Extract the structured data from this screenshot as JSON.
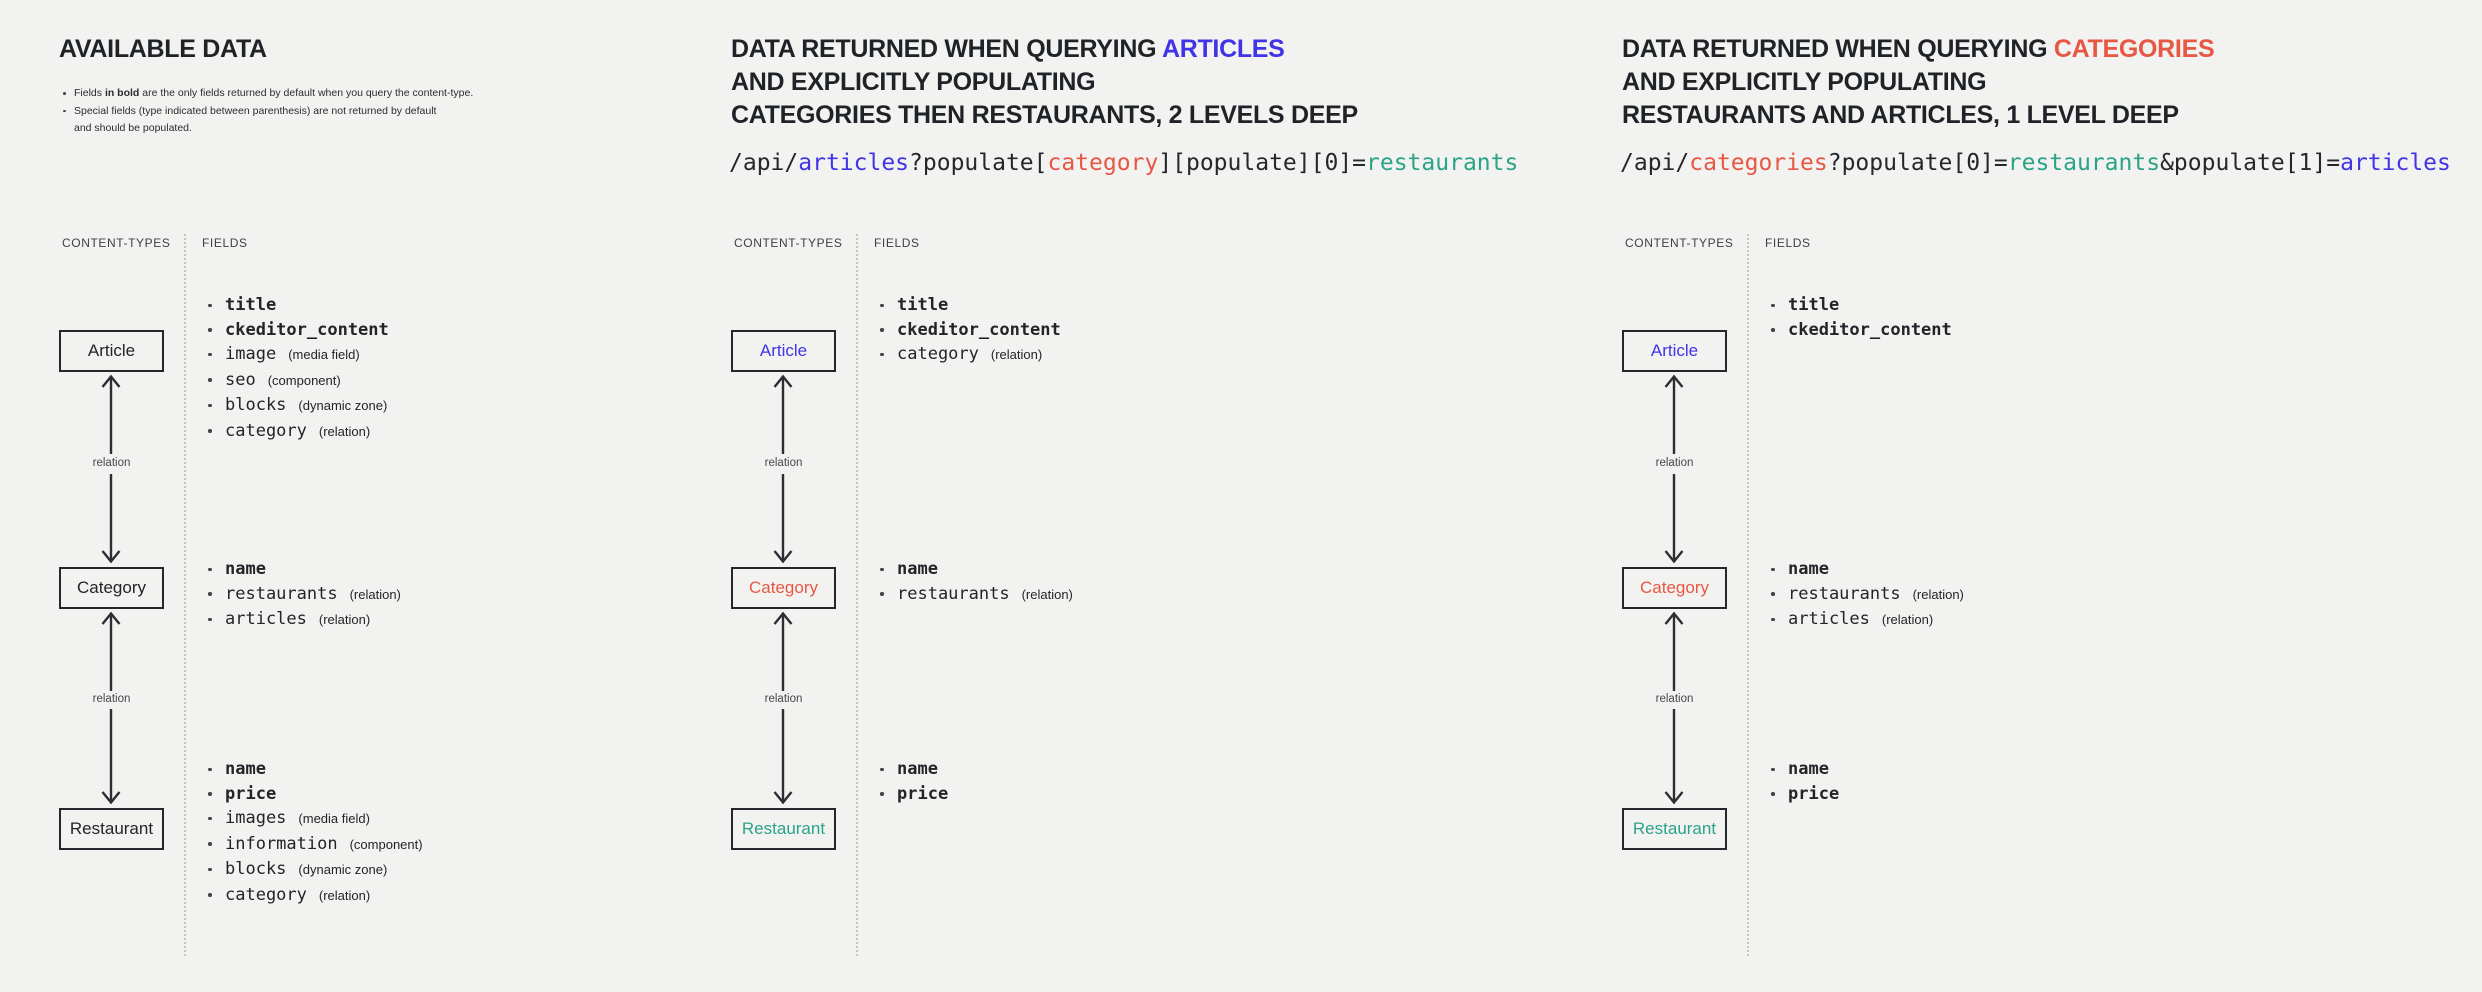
{
  "colors": {
    "background": "#f2f2f0",
    "ink": "#212429",
    "blue": "#4133e6",
    "red": "#e85744",
    "teal": "#2aa387",
    "box_border": "#24272b",
    "divider": "#c6c6c3"
  },
  "panels": [
    {
      "title": "AVAILABLE DATA",
      "notes": {
        "n1_pre": "Fields ",
        "n1_bold": "in bold",
        "n1_post": " are the only fields returned by default when you query the content-type.",
        "n2_line1": "Special fields (type indicated between parenthesis) are not returned by default",
        "n2_line2": "and should be populated."
      },
      "headers": {
        "types": "CONTENT-TYPES",
        "fields": "FIELDS"
      },
      "relation_labels": [
        "relation",
        "relation"
      ],
      "nodes": [
        {
          "label": "Article",
          "fields": [
            {
              "name": "title",
              "type": ""
            },
            {
              "name": "ckeditor_content",
              "type": ""
            },
            {
              "name": "image",
              "type": "(media field)"
            },
            {
              "name": "seo",
              "type": "(component)"
            },
            {
              "name": "blocks",
              "type": "(dynamic zone)"
            },
            {
              "name": "category",
              "type": "(relation)"
            }
          ]
        },
        {
          "label": "Category",
          "fields": [
            {
              "name": "name",
              "type": ""
            },
            {
              "name": "restaurants",
              "type": "(relation)"
            },
            {
              "name": "articles",
              "type": "(relation)"
            }
          ]
        },
        {
          "label": "Restaurant",
          "fields": [
            {
              "name": "name",
              "type": ""
            },
            {
              "name": "price",
              "type": ""
            },
            {
              "name": "images",
              "type": "(media field)"
            },
            {
              "name": "information",
              "type": "(component)"
            },
            {
              "name": "blocks",
              "type": "(dynamic zone)"
            },
            {
              "name": "category",
              "type": "(relation)"
            }
          ]
        }
      ]
    },
    {
      "title_lines": {
        "l1_pre": "DATA RETURNED WHEN QUERYING ",
        "l1_accent": "ARTICLES",
        "l2": "AND EXPLICITLY POPULATING",
        "l3": "CATEGORIES THEN RESTAURANTS, 2 LEVELS DEEP"
      },
      "api": {
        "s1": "/api/",
        "s2": "articles",
        "s3": "?populate[",
        "s4": "category",
        "s5": "][populate][0]=",
        "s6": "restaurants"
      },
      "headers": {
        "types": "CONTENT-TYPES",
        "fields": "FIELDS"
      },
      "relation_labels": [
        "relation",
        "relation"
      ],
      "nodes": [
        {
          "label": "Article",
          "fields": [
            {
              "name": "title",
              "type": ""
            },
            {
              "name": "ckeditor_content",
              "type": ""
            },
            {
              "name": "category",
              "type": "(relation)"
            }
          ]
        },
        {
          "label": "Category",
          "fields": [
            {
              "name": "name",
              "type": ""
            },
            {
              "name": "restaurants",
              "type": "(relation)"
            }
          ]
        },
        {
          "label": "Restaurant",
          "fields": [
            {
              "name": "name",
              "type": ""
            },
            {
              "name": "price",
              "type": ""
            }
          ]
        }
      ]
    },
    {
      "title_lines": {
        "l1_pre": "DATA RETURNED WHEN QUERYING ",
        "l1_accent": "CATEGORIES",
        "l2": "AND EXPLICITLY POPULATING",
        "l3": "RESTAURANTS AND ARTICLES, 1 LEVEL DEEP"
      },
      "api": {
        "s1": "/api/",
        "s2": "categories",
        "s3": "?populate[0]=",
        "s4": "restaurants",
        "s5": "&populate[1]=",
        "s6": "articles"
      },
      "headers": {
        "types": "CONTENT-TYPES",
        "fields": "FIELDS"
      },
      "relation_labels": [
        "relation",
        "relation"
      ],
      "nodes": [
        {
          "label": "Article",
          "fields": [
            {
              "name": "title",
              "type": ""
            },
            {
              "name": "ckeditor_content",
              "type": ""
            }
          ]
        },
        {
          "label": "Category",
          "fields": [
            {
              "name": "name",
              "type": ""
            },
            {
              "name": "restaurants",
              "type": "(relation)"
            },
            {
              "name": "articles",
              "type": "(relation)"
            }
          ]
        },
        {
          "label": "Restaurant",
          "fields": [
            {
              "name": "name",
              "type": ""
            },
            {
              "name": "price",
              "type": ""
            }
          ]
        }
      ]
    }
  ]
}
